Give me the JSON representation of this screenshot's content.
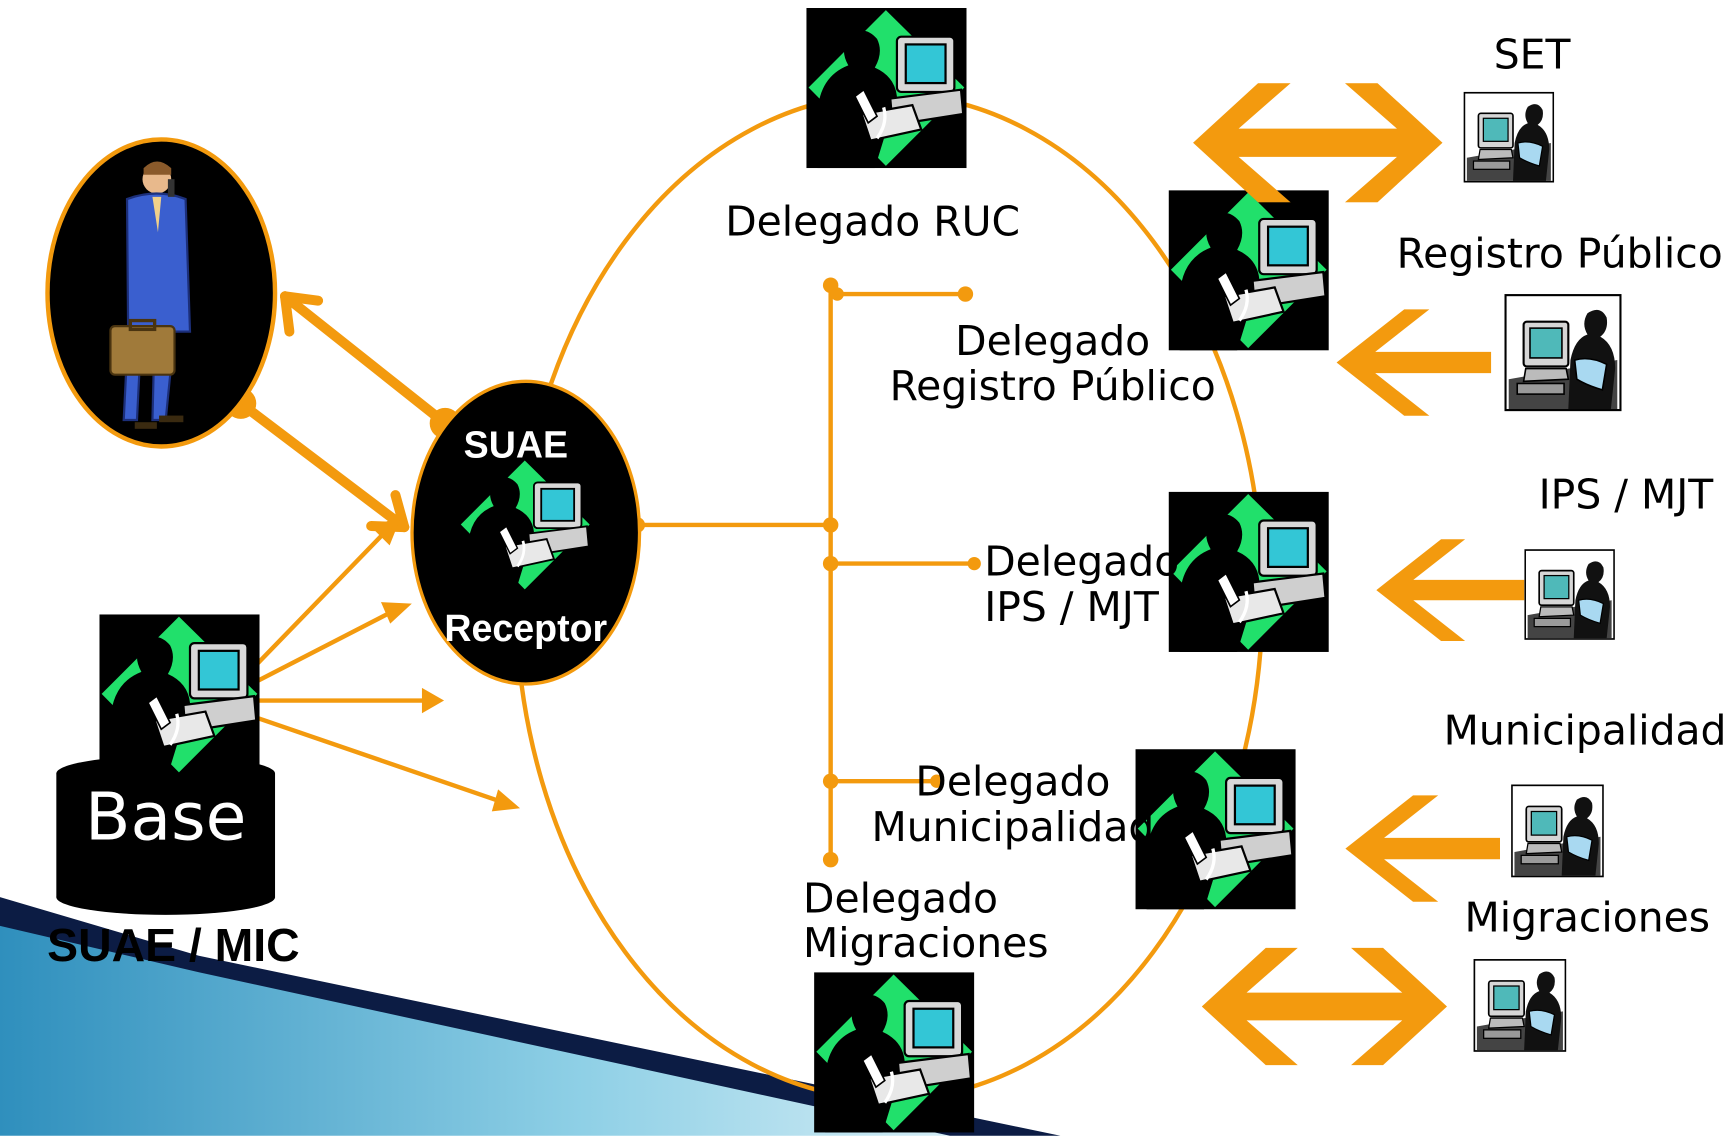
{
  "colors": {
    "accent_orange": "#F39A0E",
    "node_black": "#000000",
    "monitor_cyan": "#33C6D6",
    "diamond_green": "#21E06B",
    "slide_blue": "#3A9BC3"
  },
  "icons": {
    "workstation": "workstation-icon",
    "businessman": "businessman-icon",
    "database": "database-icon",
    "desk_user": "desk-user-icon"
  },
  "center_node": {
    "top_label": "SUAE",
    "bottom_label": "Receptor"
  },
  "database": {
    "label": "Base",
    "caption": "SUAE / MIC"
  },
  "delegates": {
    "ruc": "Delegado RUC",
    "registro_line1": "Delegado",
    "registro_line2": "Registro Público",
    "ips_line1": "Delegado",
    "ips_line2": "IPS / MJT",
    "muni_line1": "Delegado",
    "muni_line2": "Municipalidad",
    "migr_line1": "Delegado",
    "migr_line2": "Migraciones"
  },
  "institutions": {
    "set": "SET",
    "registro": "Registro Público",
    "ips": "IPS / MJT",
    "municipalidad": "Municipalidad",
    "migraciones": "Migraciones"
  }
}
